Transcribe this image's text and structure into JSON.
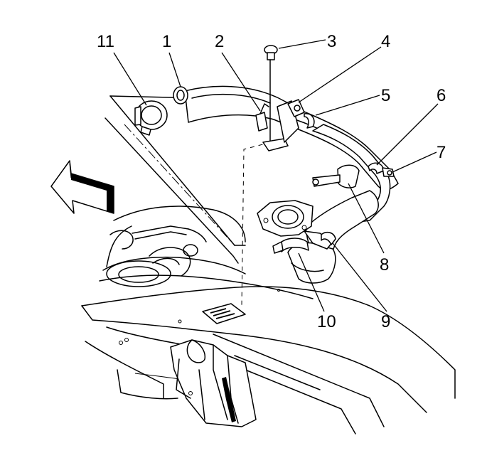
{
  "callouts": {
    "c1": "1",
    "c2": "2",
    "c3": "3",
    "c4": "4",
    "c5": "5",
    "c6": "6",
    "c7": "7",
    "c8": "8",
    "c9": "9",
    "c10": "10",
    "c11": "11"
  },
  "label_plate_icon": "decal-label-icon",
  "direction_arrow_icon": "front-direction-arrow-icon"
}
